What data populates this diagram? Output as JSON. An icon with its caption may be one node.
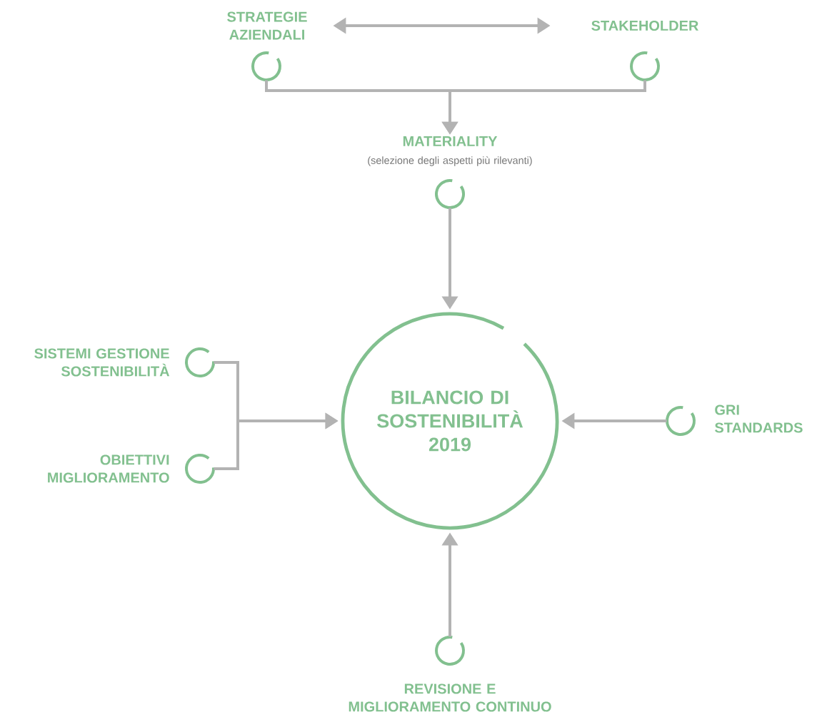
{
  "diagram": {
    "nodes": [
      {
        "text": [
          "STRATEGIE AZIENDALI"
        ]
      },
      {
        "text": [
          "STAKEHOLDER"
        ]
      },
      {
        "text": [
          "MATERIALITY",
          "(selezione degli aspetti più rilevanti)"
        ]
      },
      {
        "text": [
          "SISTEMI GESTIONE SOSTENIBILITÀ"
        ]
      },
      {
        "text": [
          "OBIETTIVI MIGLIORAMENTO"
        ]
      },
      {
        "text": [
          "BILANCIO DI SOSTENIBILITÀ 2019"
        ]
      },
      {
        "text": [
          "GRI STANDARDS"
        ]
      },
      {
        "text": [
          "REVISIONE E MIGLIORAMENTO CONTINUO"
        ]
      }
    ],
    "edges": [
      {
        "from": 0,
        "to": 1,
        "arrow": "both"
      },
      {
        "from": 0,
        "to": 2,
        "arrow": "to"
      },
      {
        "from": 1,
        "to": 2,
        "arrow": "to"
      },
      {
        "from": 2,
        "to": 5,
        "arrow": "to"
      },
      {
        "from": 3,
        "to": 5,
        "arrow": "to"
      },
      {
        "from": 4,
        "to": 5,
        "arrow": "to"
      },
      {
        "from": 6,
        "to": 5,
        "arrow": "to"
      },
      {
        "from": 7,
        "to": 5,
        "arrow": "to"
      }
    ]
  }
}
